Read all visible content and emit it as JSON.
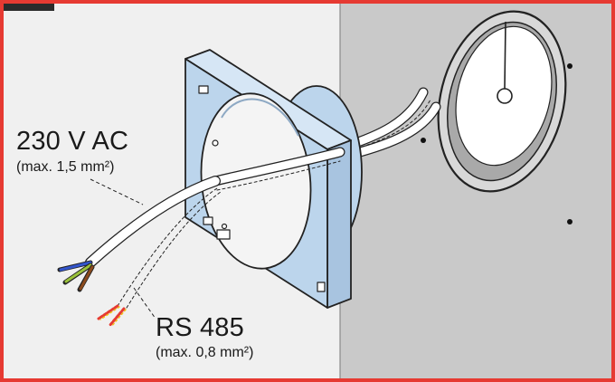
{
  "labels": {
    "power_cable": "230 V AC",
    "power_cable_spec": "(max. 1,5 mm²)",
    "bus_cable": "RS 485",
    "bus_cable_spec": "(max. 0,8 mm²)"
  },
  "colors": {
    "border": "#e63a32",
    "left_background": "#f0f0f0",
    "wall": "#c9c9c9",
    "frame": "#bcd5ec",
    "corner_tab": "#2b2b2b"
  }
}
